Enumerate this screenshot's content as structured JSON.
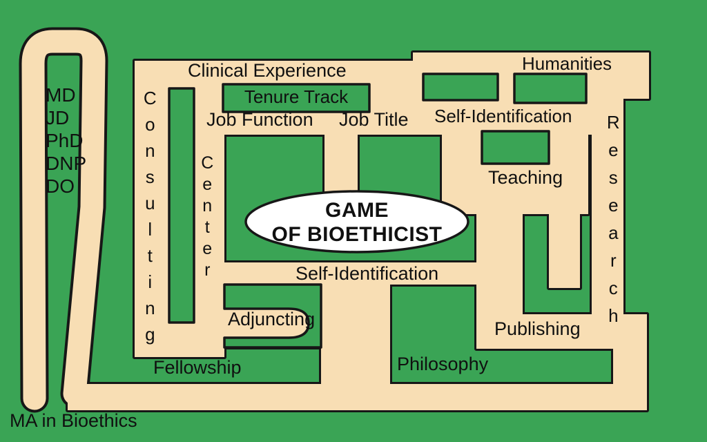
{
  "title": "GAME OF BIOETHICIST",
  "colors": {
    "background": "#3aa455",
    "path": "#f8deb4",
    "outline": "#171717",
    "ellipse_fill": "#ffffff",
    "label": "#101010"
  },
  "ellipse": {
    "line1": "GAME",
    "line2": "OF BIOETHICIST"
  },
  "labels": {
    "degrees": [
      "MD",
      "JD",
      "PhD",
      "DNP",
      "DO"
    ],
    "clinical_experience": "Clinical Experience",
    "tenure_track": "Tenure Track",
    "job_function": "Job Function",
    "job_title": "Job Title",
    "self_identification_top": "Self-Identification",
    "humanities": "Humanities",
    "consulting": "Consulting",
    "center": "Center",
    "research": "Research",
    "teaching": "Teaching",
    "self_identification_mid": "Self-Identification",
    "adjuncting": "Adjuncting",
    "publishing": "Publishing",
    "philosophy": "Philosophy",
    "fellowship": "Fellowship",
    "ma_in_bioethics": "MA in Bioethics"
  }
}
